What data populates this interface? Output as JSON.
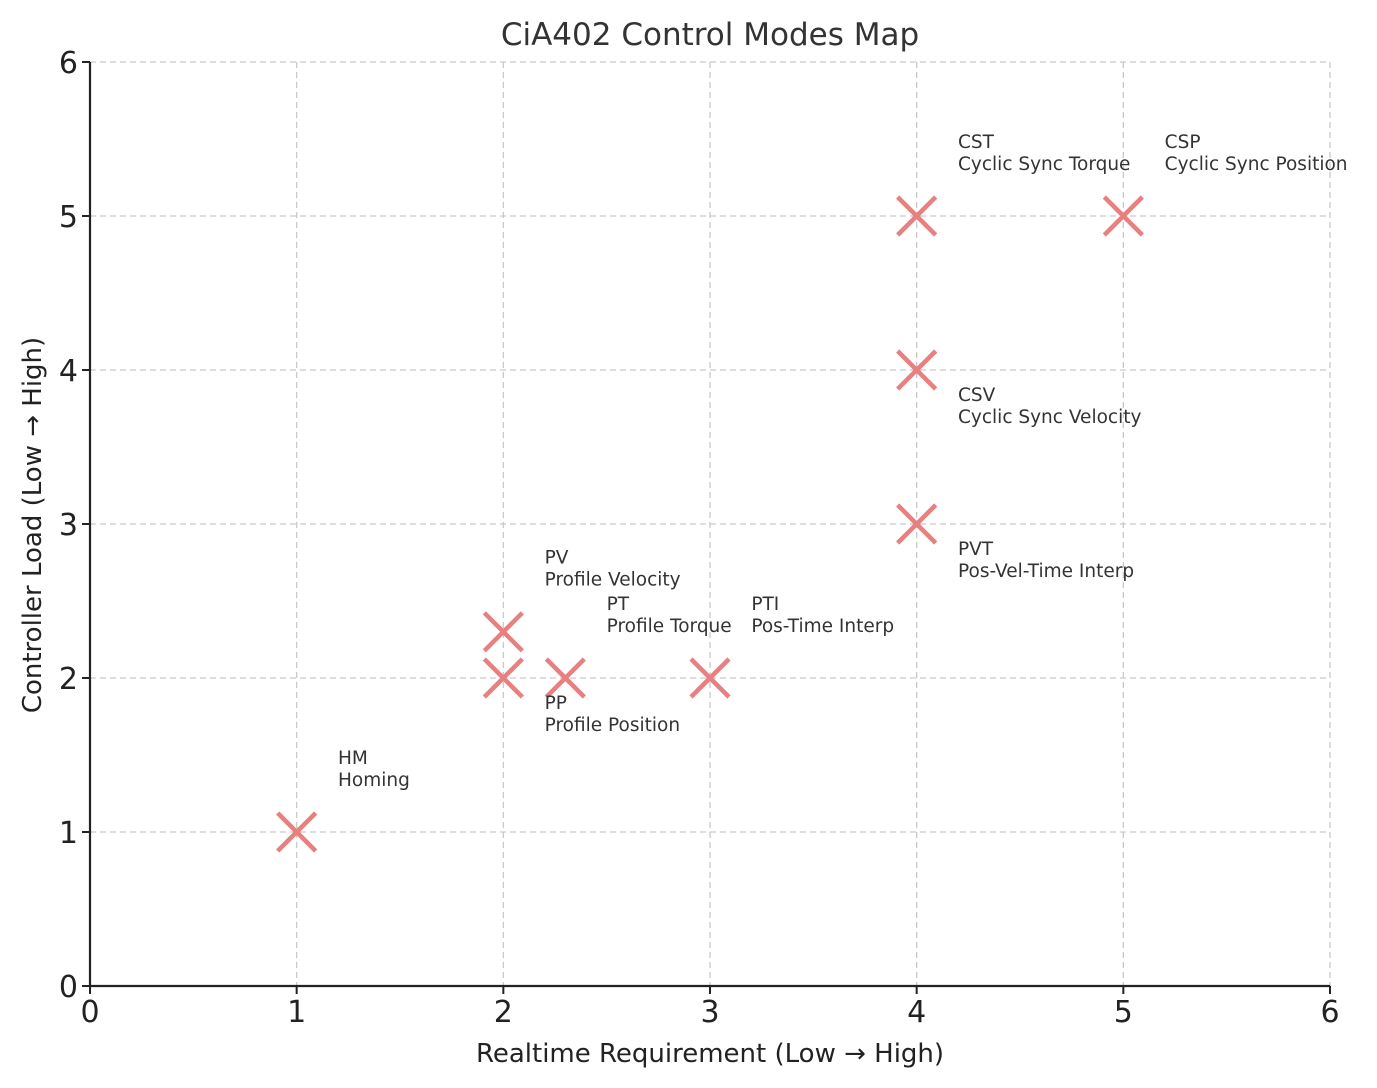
{
  "chart_data": {
    "type": "scatter",
    "title": "CiA402 Control Modes Map",
    "xlabel": "Realtime Requirement (Low → High)",
    "ylabel": "Controller Load (Low → High)",
    "xlim": [
      0,
      6
    ],
    "ylim": [
      0,
      6
    ],
    "xticks": [
      "0",
      "1",
      "2",
      "3",
      "4",
      "5",
      "6"
    ],
    "yticks": [
      "0",
      "1",
      "2",
      "3",
      "4",
      "5",
      "6"
    ],
    "grid": true,
    "marker": "x",
    "marker_color": "#e88080",
    "points": [
      {
        "x": 1,
        "y": 1,
        "code": "HM",
        "name": "Homing"
      },
      {
        "x": 2,
        "y": 2,
        "code": "PP",
        "name": "Profile Position"
      },
      {
        "x": 2,
        "y": 2.3,
        "code": "PV",
        "name": "Profile Velocity"
      },
      {
        "x": 2.3,
        "y": 2,
        "code": "PT",
        "name": "Profile Torque"
      },
      {
        "x": 3,
        "y": 2,
        "code": "PTI",
        "name": "Pos-Time Interp"
      },
      {
        "x": 4,
        "y": 3,
        "code": "PVT",
        "name": "Pos-Vel-Time Interp"
      },
      {
        "x": 4,
        "y": 4,
        "code": "CSV",
        "name": "Cyclic Sync Velocity"
      },
      {
        "x": 4,
        "y": 5,
        "code": "CST",
        "name": "Cyclic Sync Torque"
      },
      {
        "x": 5,
        "y": 5,
        "code": "CSP",
        "name": "Cyclic Sync Position"
      }
    ]
  }
}
